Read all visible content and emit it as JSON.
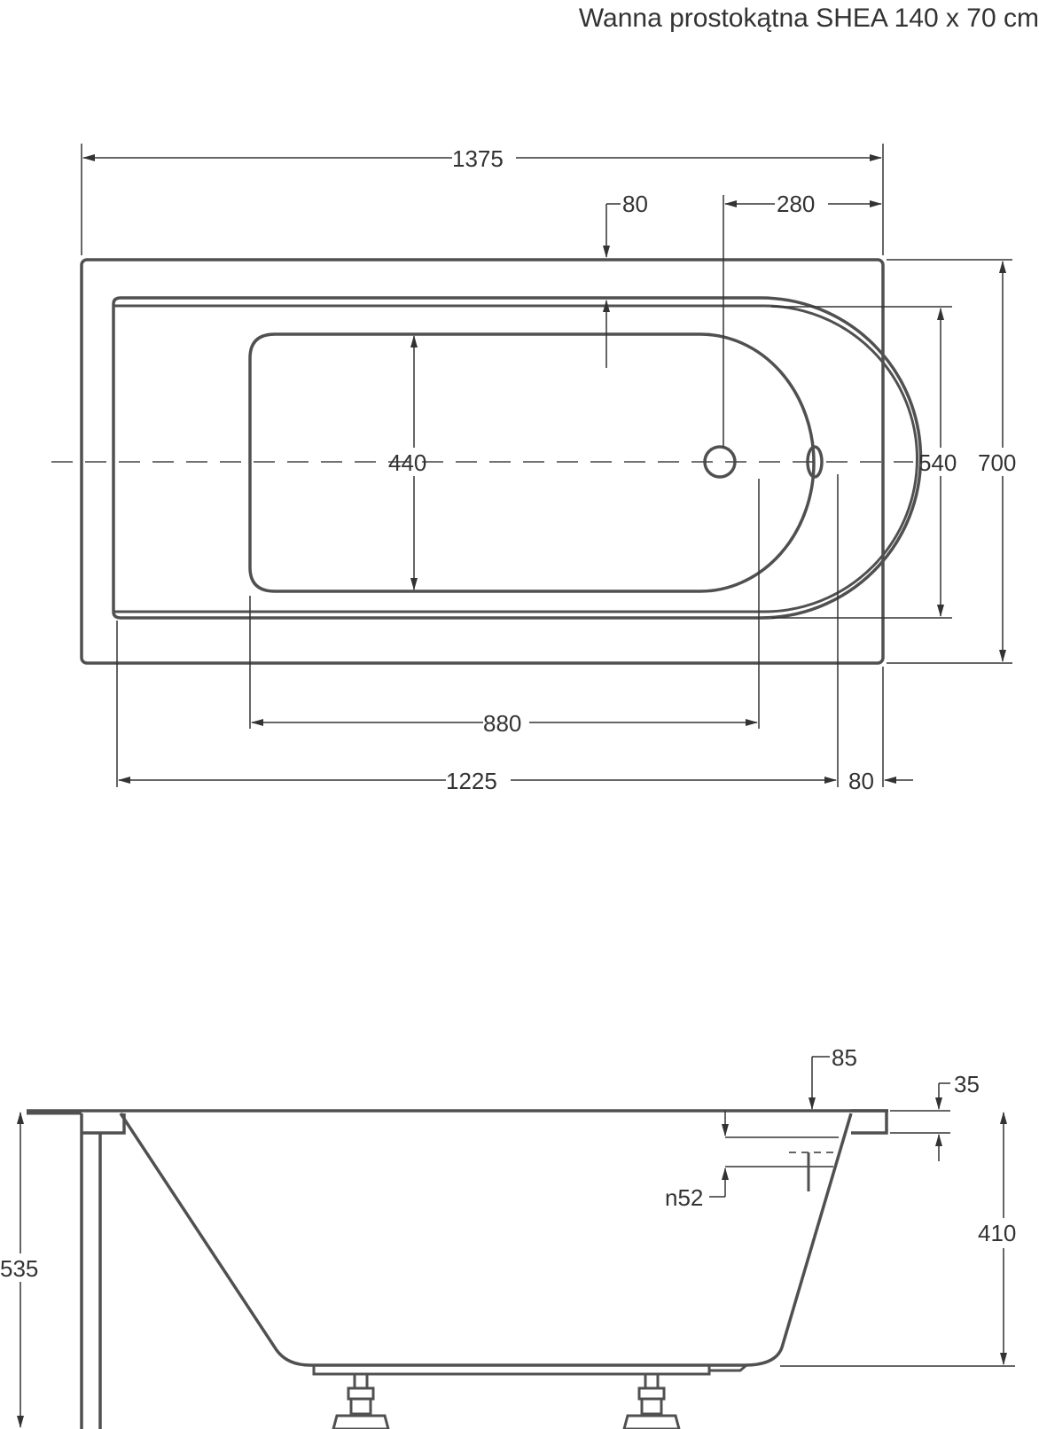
{
  "title": "Wanna prostokątna SHEA 140 x 70 cm",
  "top_view": {
    "overall_length": "1375",
    "rim_width_top": "80",
    "drain_offset": "280",
    "inner_bottom_width": "440",
    "inner_width": "540",
    "overall_width": "700",
    "inner_bottom_length": "880",
    "inner_length": "1225",
    "rim_width_end": "80"
  },
  "side_view": {
    "overflow_offset": "85",
    "rim_thickness": "35",
    "overflow_diameter": "n52",
    "tub_depth": "410",
    "total_height": "535"
  }
}
